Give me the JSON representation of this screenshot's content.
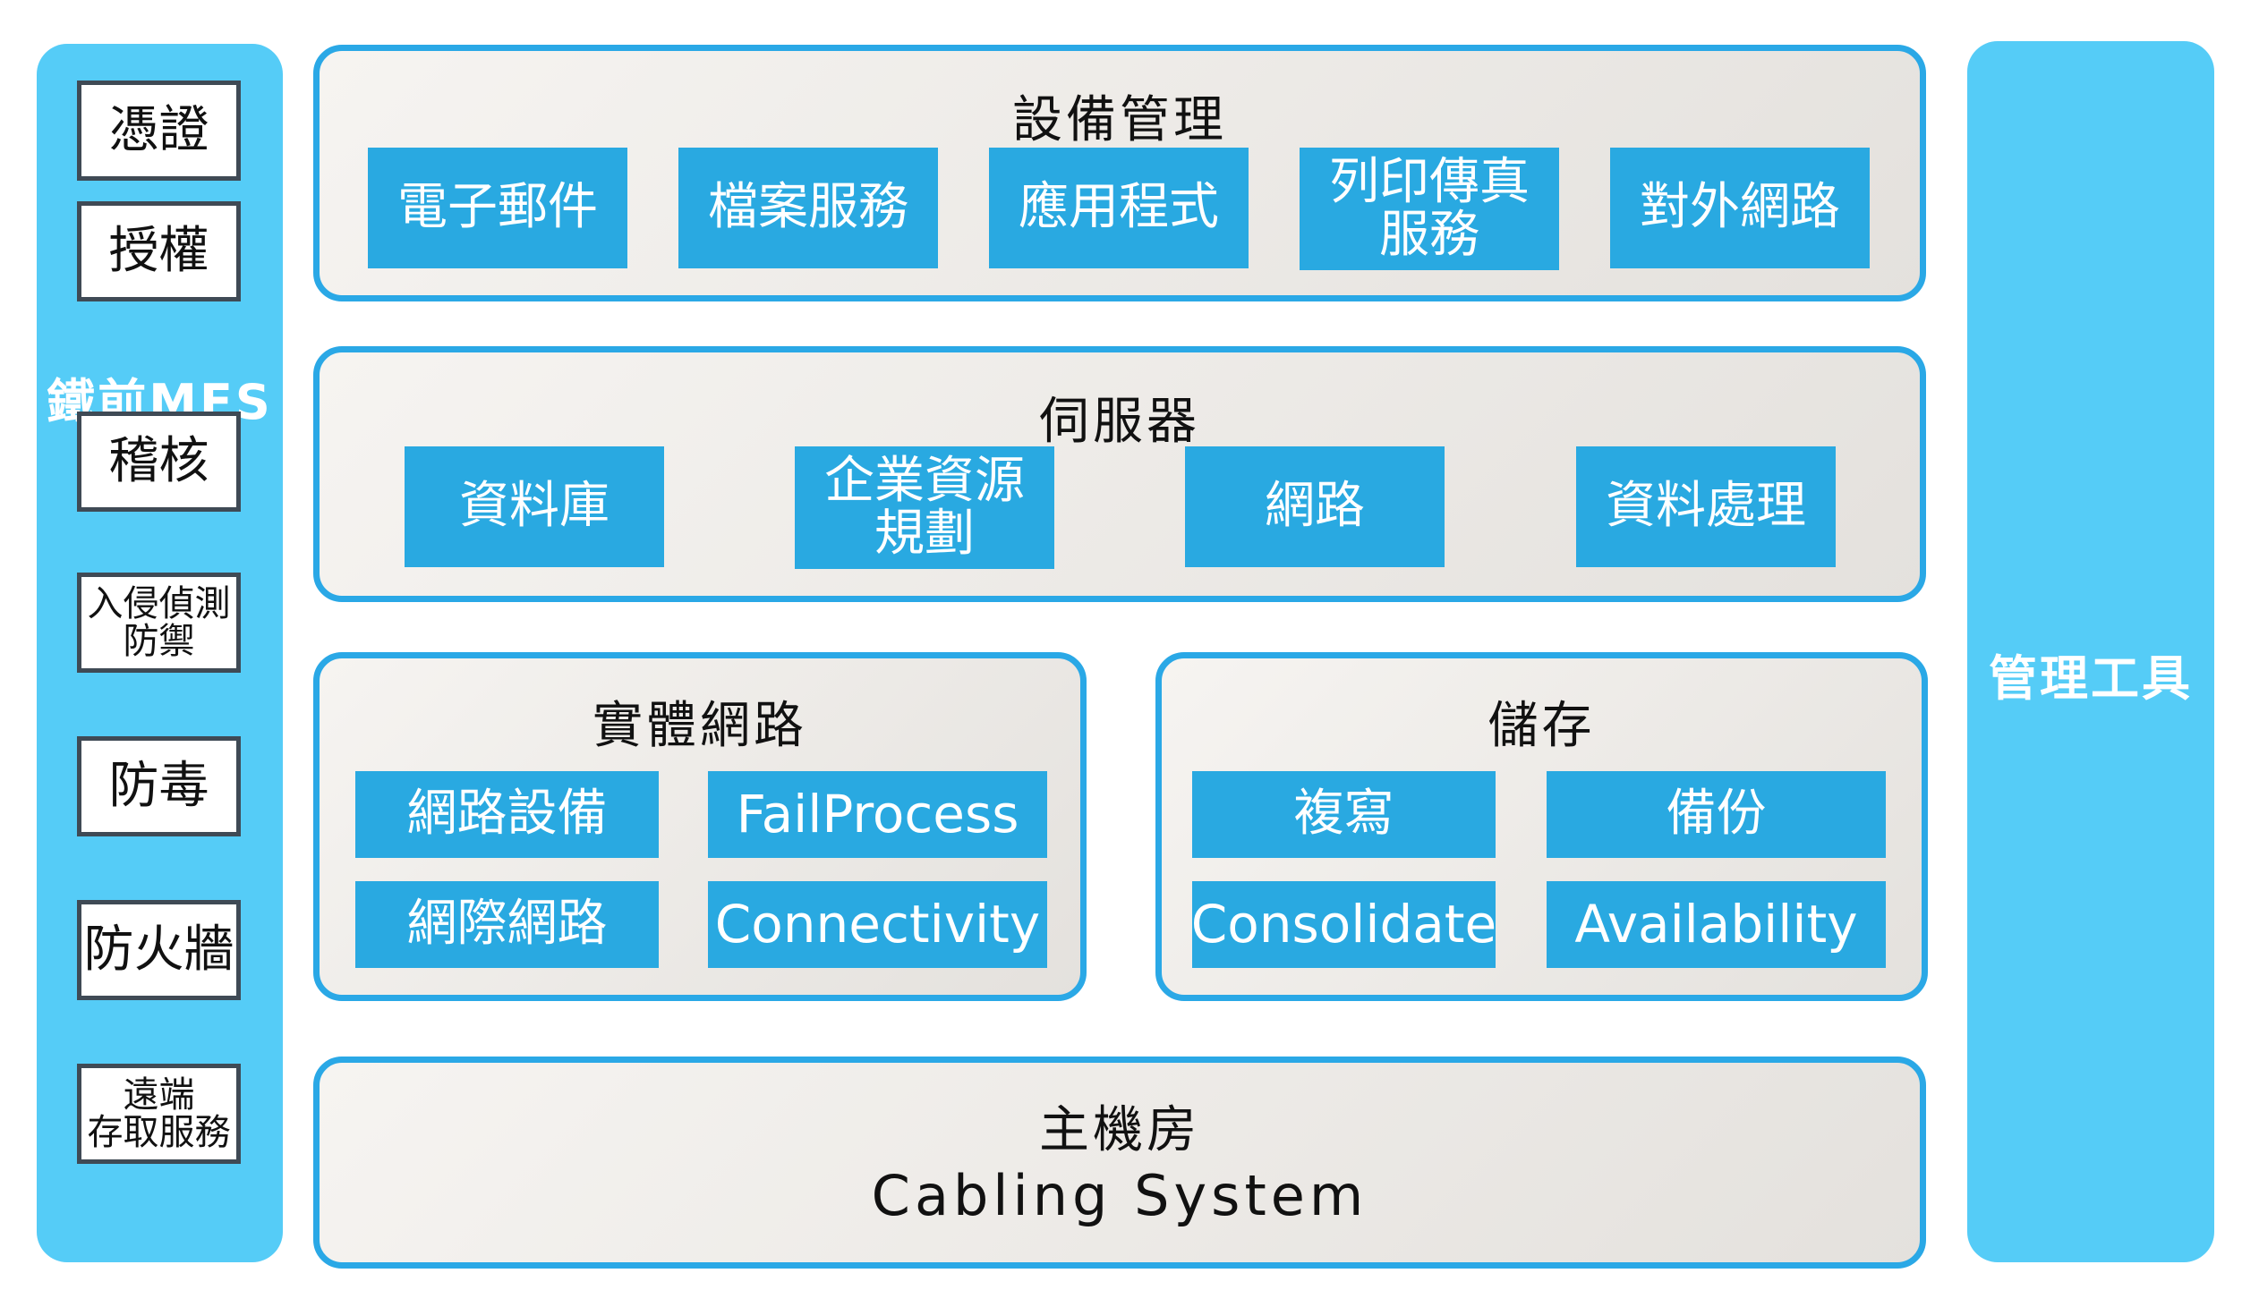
{
  "left_column": {
    "title": "鐵前MES",
    "items": [
      "憑證",
      "授權",
      "稽核",
      "入侵偵測\n防禦",
      "防毒",
      "防火牆",
      "遠端\n存取服務"
    ]
  },
  "right_column": {
    "title": "管理工具"
  },
  "device_management": {
    "title": "設備管理",
    "tiles": [
      "電子郵件",
      "檔案服務",
      "應用程式",
      "列印傳真\n服務",
      "對外網路"
    ]
  },
  "servers": {
    "title": "伺服器",
    "tiles": [
      "資料庫",
      "企業資源\n規劃",
      "網路",
      "資料處理"
    ]
  },
  "physical_network": {
    "title": "實體網路",
    "tiles": [
      "網路設備",
      "FailProcess",
      "網際網路",
      "Connectivity"
    ]
  },
  "storage": {
    "title": "儲存",
    "tiles": [
      "複寫",
      "備份",
      "Consolidate",
      "Availability"
    ]
  },
  "datacenter": {
    "title": "主機房",
    "subtitle": "Cabling System"
  },
  "colors": {
    "side_bar": "#55ccf7",
    "panel_border": "#2aa8e6",
    "tile": "#29a9e1",
    "badge_border": "#3f4a55"
  }
}
